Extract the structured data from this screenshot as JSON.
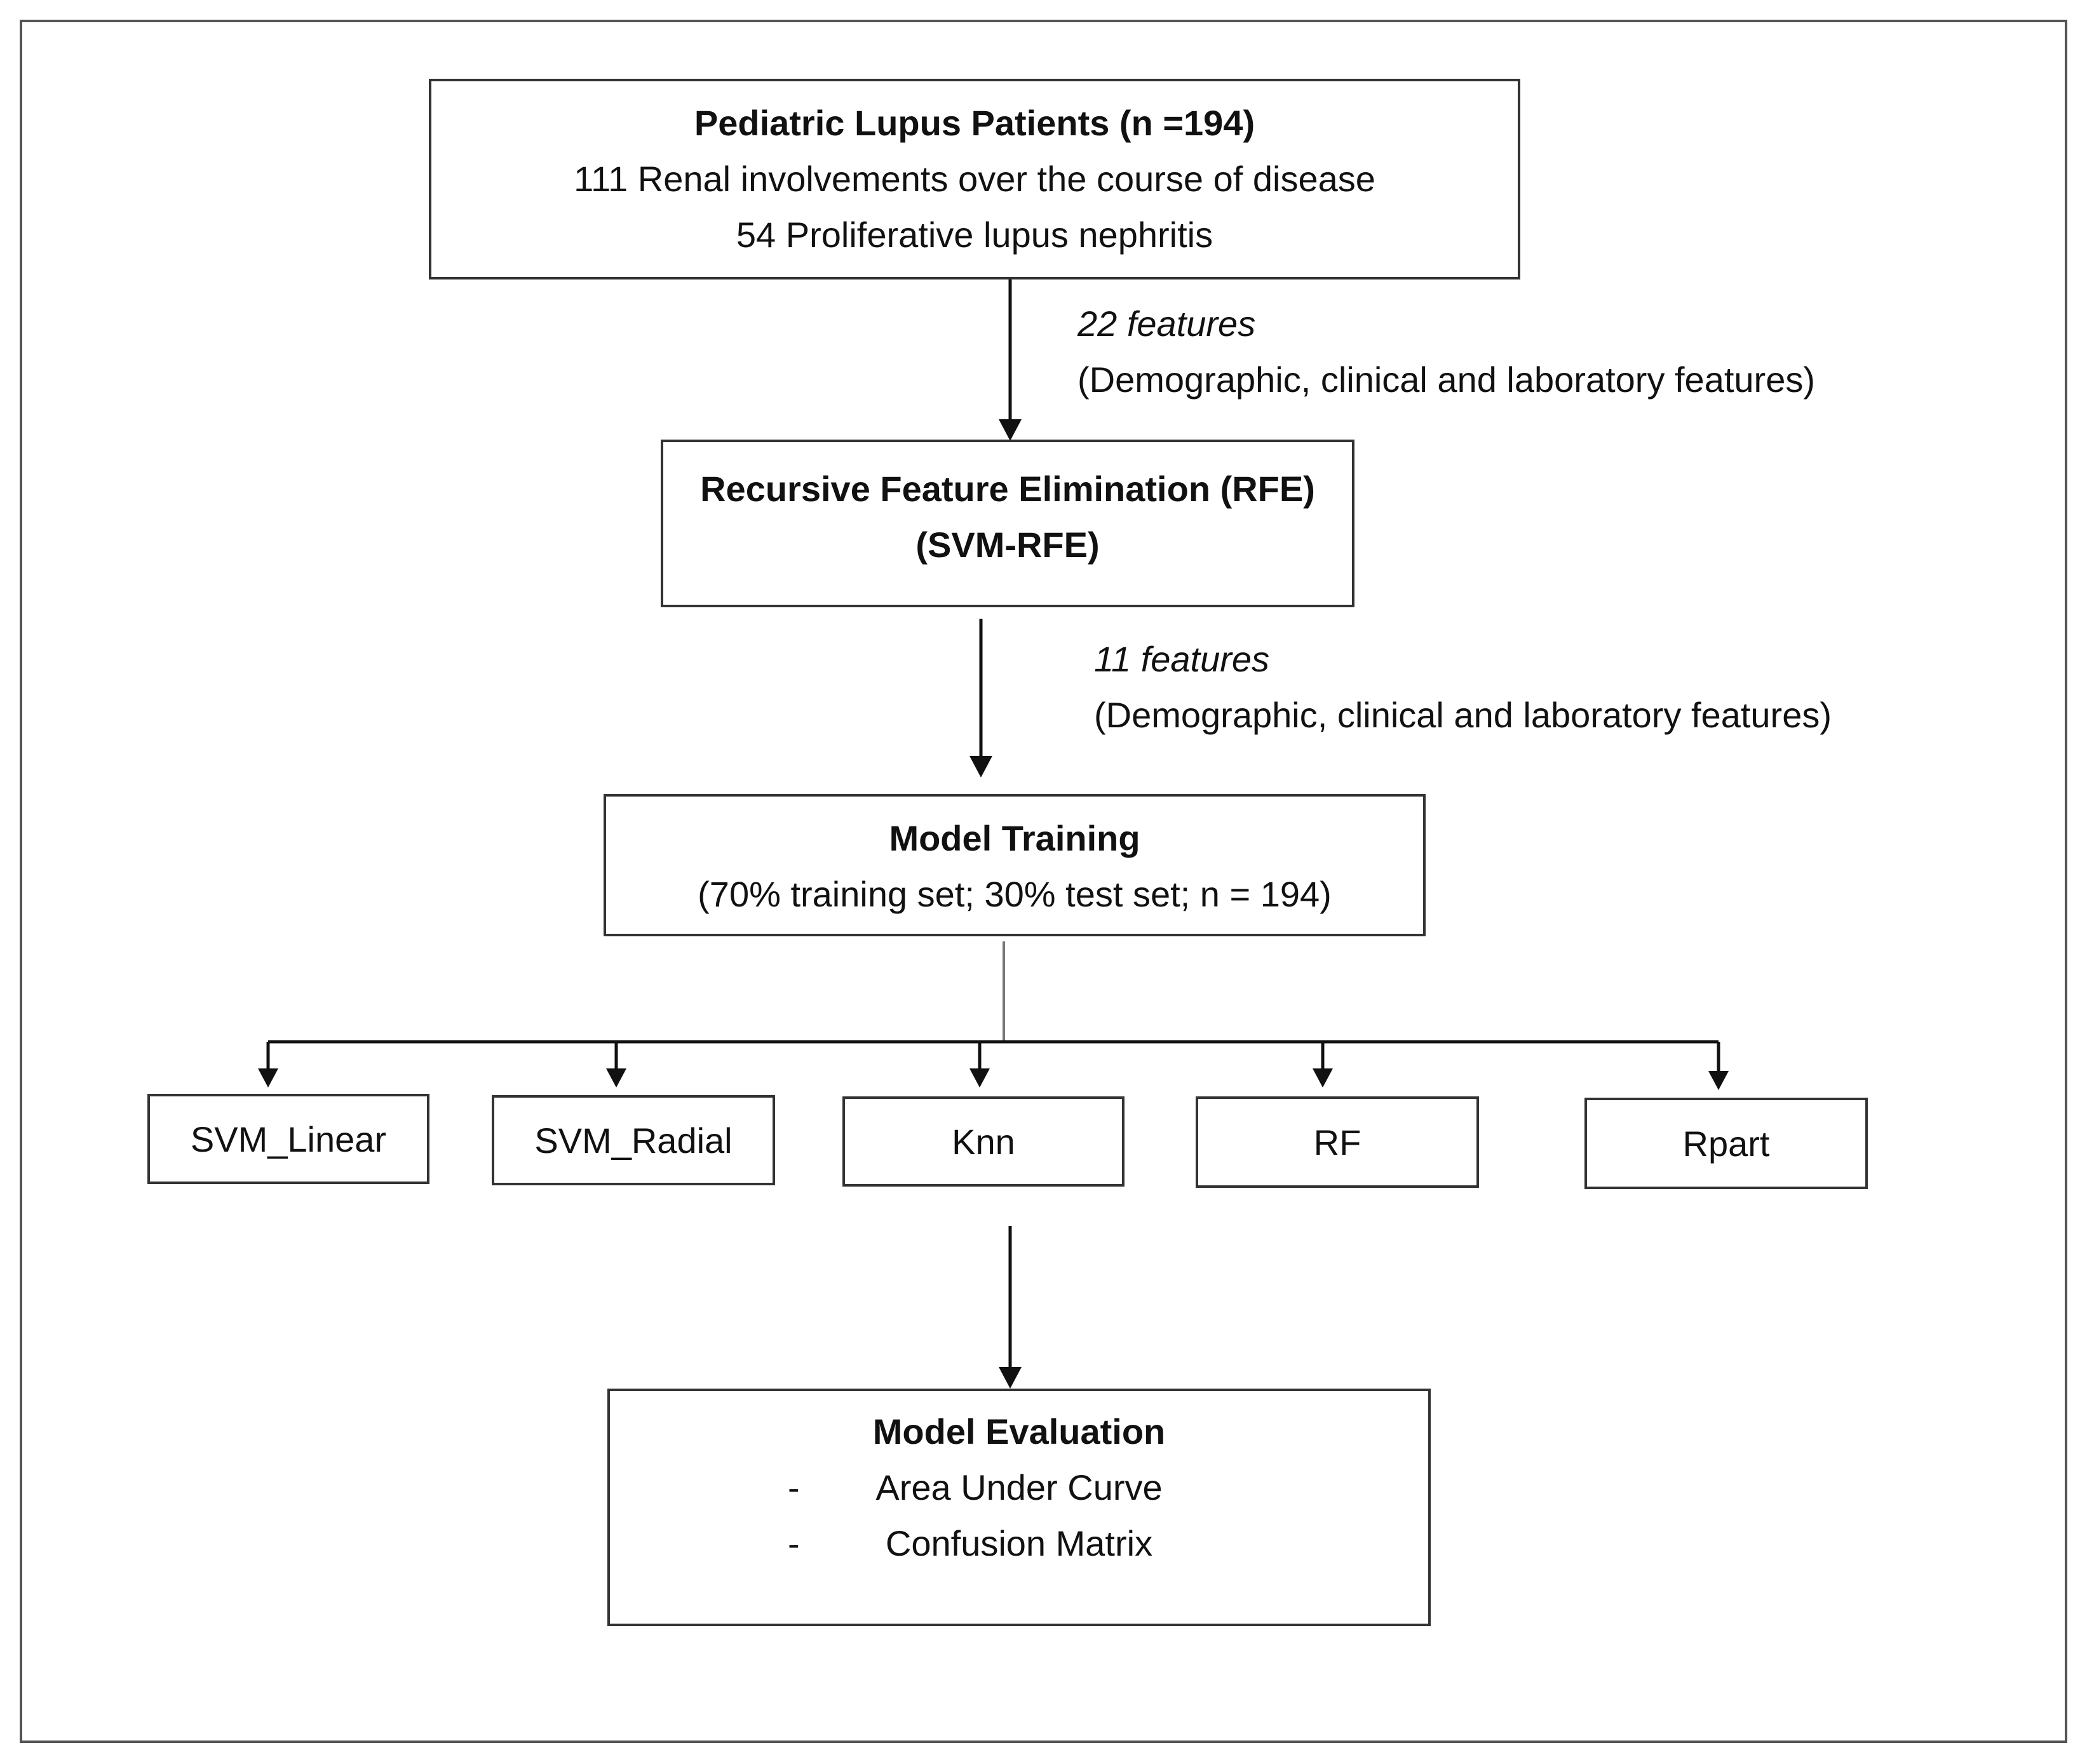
{
  "patients": {
    "title": "Pediatric Lupus Patients (n =194)",
    "line1": "111 Renal involvements over the course of disease",
    "line2": "54 Proliferative lupus nephritis"
  },
  "features_note_1": {
    "count": "22 features",
    "description": "(Demographic, clinical and laboratory features)"
  },
  "rfe": {
    "title": "Recursive Feature Elimination (RFE)",
    "subtitle": "(SVM-RFE)"
  },
  "features_note_2": {
    "count": "11  features",
    "description": "(Demographic, clinical and laboratory features)"
  },
  "training": {
    "title": "Model Training",
    "subtitle": "(70% training set; 30% test set; n = 194)"
  },
  "models": [
    "SVM_Linear",
    "SVM_Radial",
    "Knn",
    "RF",
    "Rpart"
  ],
  "evaluation": {
    "title": "Model Evaluation",
    "items": [
      "Area Under Curve",
      "Confusion Matrix"
    ],
    "bullet": "-"
  }
}
